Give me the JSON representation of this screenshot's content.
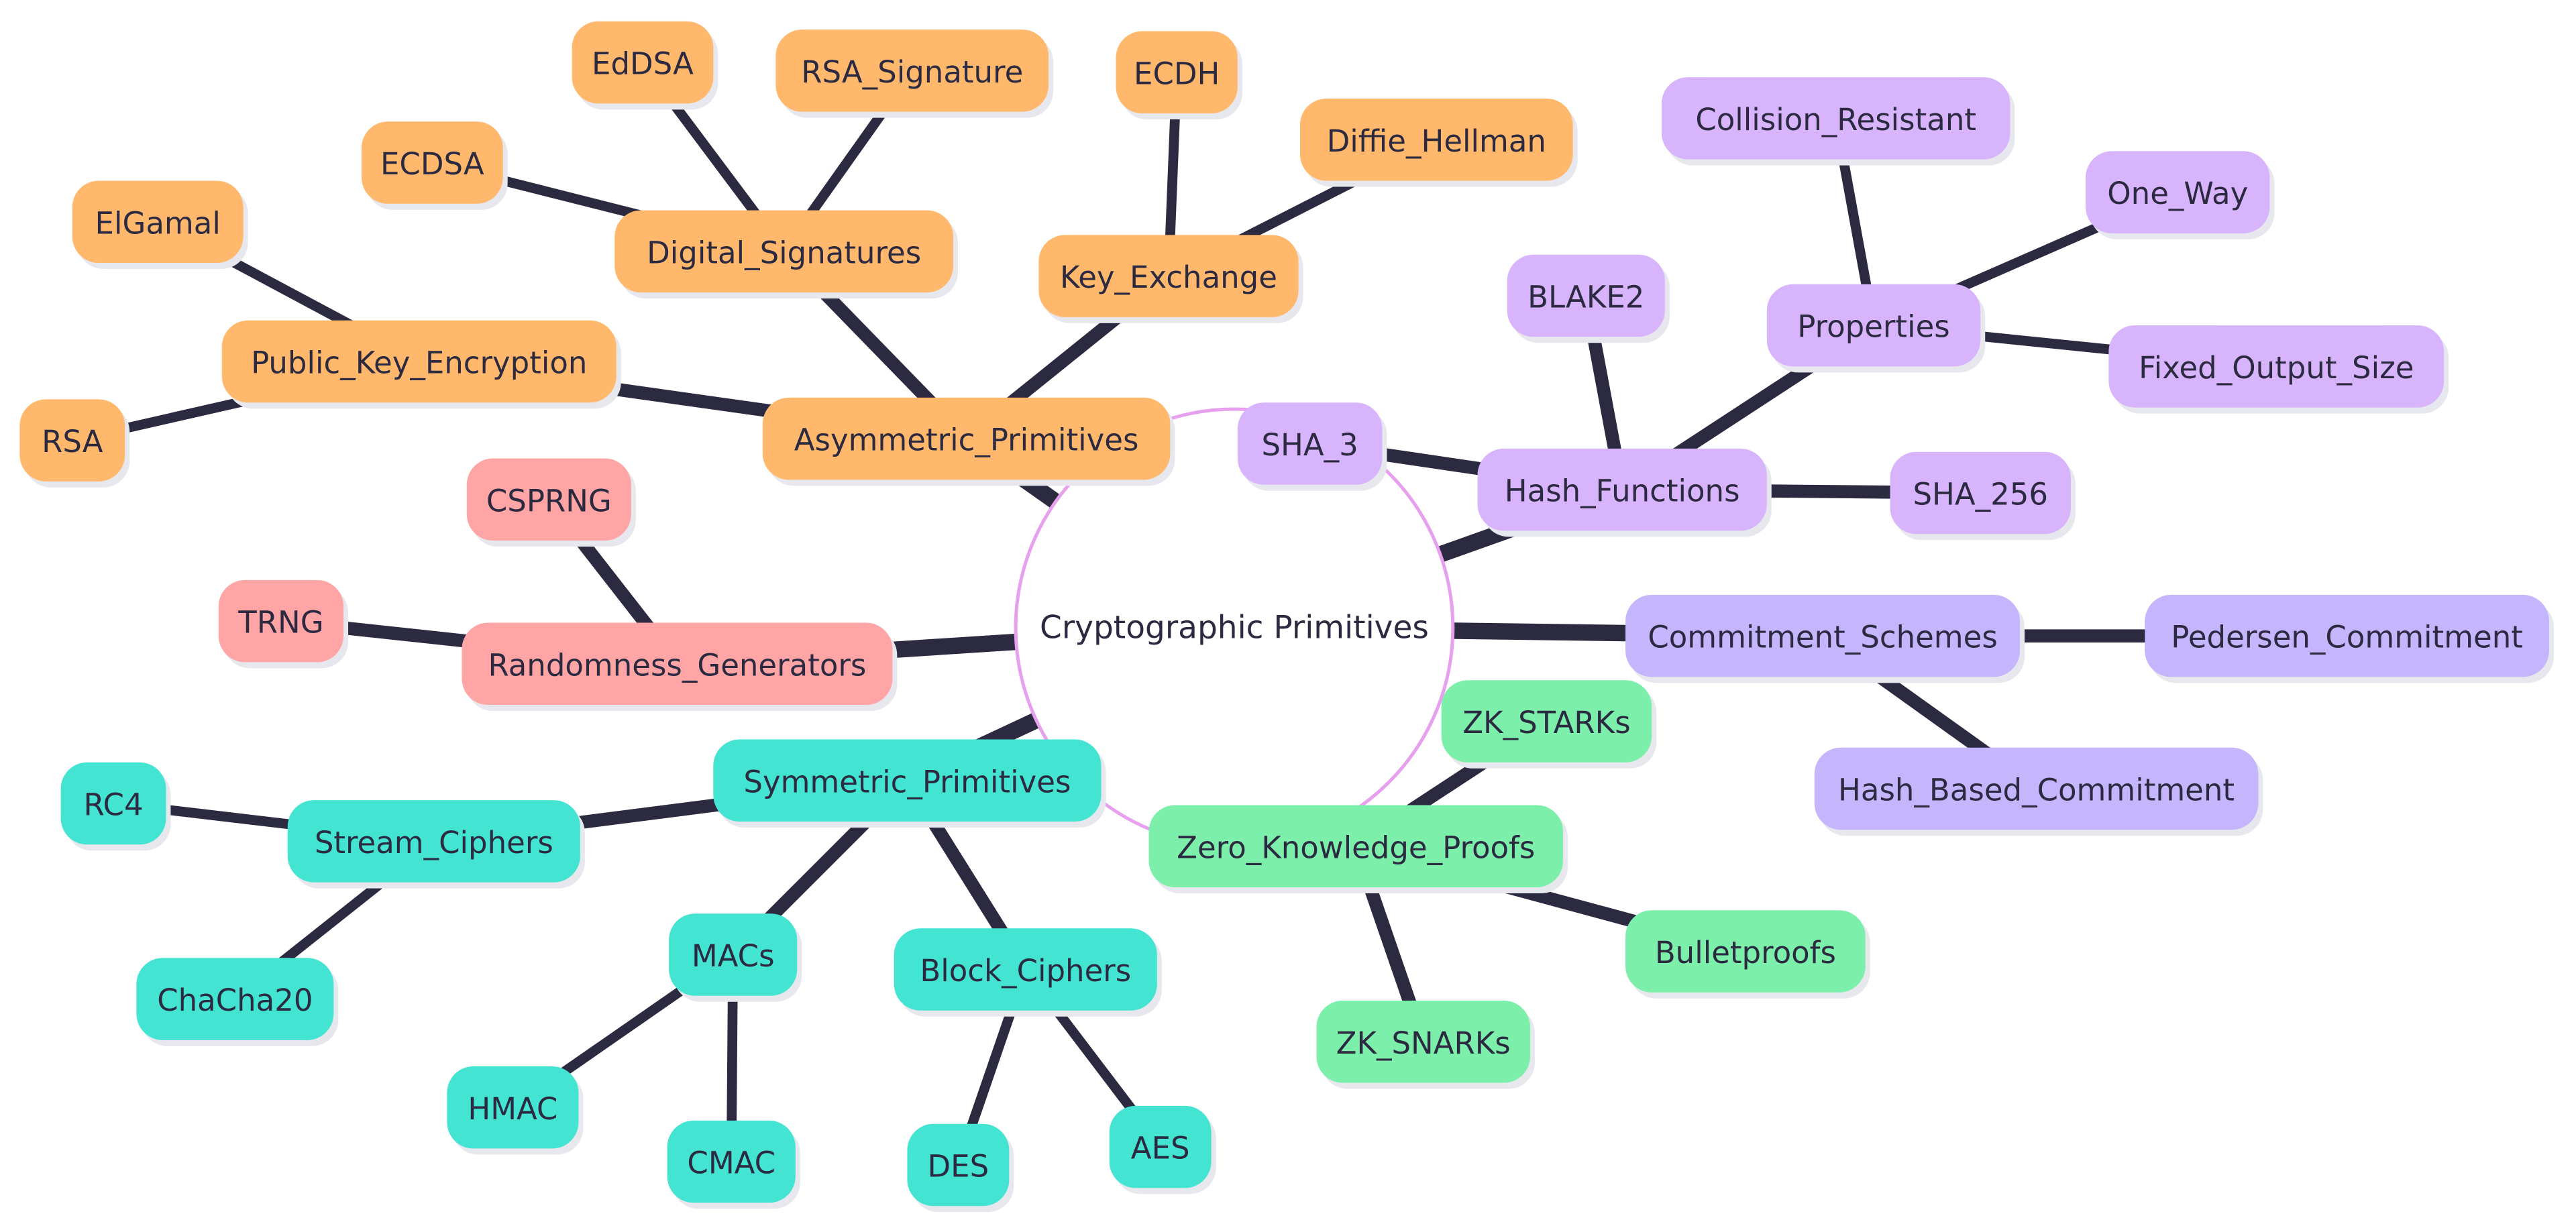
{
  "colors": {
    "orange": "#ffb86c",
    "red": "#ffa5a5",
    "teal": "#44e4d2",
    "green": "#7cf0aa",
    "purple": "#d8b4fc",
    "indigo": "#c4b5fd",
    "edge": "#2b2a40",
    "root_border": "#e7a0ee",
    "text": "#2b2a40"
  },
  "root": {
    "id": "root",
    "label": "Cryptographic Primitives"
  },
  "nodes": [
    {
      "id": "asym",
      "label": "Asymmetric_Primitives",
      "color": "orange"
    },
    {
      "id": "pke",
      "label": "Public_Key_Encryption",
      "color": "orange"
    },
    {
      "id": "elgamal",
      "label": "ElGamal",
      "color": "orange"
    },
    {
      "id": "rsa",
      "label": "RSA",
      "color": "orange"
    },
    {
      "id": "digsig",
      "label": "Digital_Signatures",
      "color": "orange"
    },
    {
      "id": "ecdsa",
      "label": "ECDSA",
      "color": "orange"
    },
    {
      "id": "eddsa",
      "label": "EdDSA",
      "color": "orange"
    },
    {
      "id": "rsasig",
      "label": "RSA_Signature",
      "color": "orange"
    },
    {
      "id": "keyex",
      "label": "Key_Exchange",
      "color": "orange"
    },
    {
      "id": "ecdh",
      "label": "ECDH",
      "color": "orange"
    },
    {
      "id": "dh",
      "label": "Diffie_Hellman",
      "color": "orange"
    },
    {
      "id": "rand",
      "label": "Randomness_Generators",
      "color": "red"
    },
    {
      "id": "csprng",
      "label": "CSPRNG",
      "color": "red"
    },
    {
      "id": "trng",
      "label": "TRNG",
      "color": "red"
    },
    {
      "id": "sym",
      "label": "Symmetric_Primitives",
      "color": "teal"
    },
    {
      "id": "stream",
      "label": "Stream_Ciphers",
      "color": "teal"
    },
    {
      "id": "rc4",
      "label": "RC4",
      "color": "teal"
    },
    {
      "id": "chacha",
      "label": "ChaCha20",
      "color": "teal"
    },
    {
      "id": "macs",
      "label": "MACs",
      "color": "teal"
    },
    {
      "id": "hmac",
      "label": "HMAC",
      "color": "teal"
    },
    {
      "id": "cmac",
      "label": "CMAC",
      "color": "teal"
    },
    {
      "id": "block",
      "label": "Block_Ciphers",
      "color": "teal"
    },
    {
      "id": "des",
      "label": "DES",
      "color": "teal"
    },
    {
      "id": "aes",
      "label": "AES",
      "color": "teal"
    },
    {
      "id": "zkp",
      "label": "Zero_Knowledge_Proofs",
      "color": "green"
    },
    {
      "id": "zkstarks",
      "label": "ZK_STARKs",
      "color": "green"
    },
    {
      "id": "bullet",
      "label": "Bulletproofs",
      "color": "green"
    },
    {
      "id": "zksnarks",
      "label": "ZK_SNARKs",
      "color": "green"
    },
    {
      "id": "hash",
      "label": "Hash_Functions",
      "color": "purple"
    },
    {
      "id": "sha3",
      "label": "SHA_3",
      "color": "purple"
    },
    {
      "id": "blake2",
      "label": "BLAKE2",
      "color": "purple"
    },
    {
      "id": "sha256",
      "label": "SHA_256",
      "color": "purple"
    },
    {
      "id": "props",
      "label": "Properties",
      "color": "purple"
    },
    {
      "id": "collision",
      "label": "Collision_Resistant",
      "color": "purple"
    },
    {
      "id": "oneway",
      "label": "One_Way",
      "color": "purple"
    },
    {
      "id": "fixed",
      "label": "Fixed_Output_Size",
      "color": "purple"
    },
    {
      "id": "commit",
      "label": "Commitment_Schemes",
      "color": "indigo"
    },
    {
      "id": "pedersen",
      "label": "Pedersen_Commitment",
      "color": "indigo"
    },
    {
      "id": "hashcommit",
      "label": "Hash_Based_Commitment",
      "color": "indigo"
    }
  ],
  "edges": [
    [
      "root",
      "asym"
    ],
    [
      "root",
      "rand"
    ],
    [
      "root",
      "sym"
    ],
    [
      "root",
      "zkp"
    ],
    [
      "root",
      "hash"
    ],
    [
      "root",
      "commit"
    ],
    [
      "asym",
      "pke"
    ],
    [
      "asym",
      "digsig"
    ],
    [
      "asym",
      "keyex"
    ],
    [
      "pke",
      "elgamal"
    ],
    [
      "pke",
      "rsa"
    ],
    [
      "digsig",
      "ecdsa"
    ],
    [
      "digsig",
      "eddsa"
    ],
    [
      "digsig",
      "rsasig"
    ],
    [
      "keyex",
      "ecdh"
    ],
    [
      "keyex",
      "dh"
    ],
    [
      "rand",
      "csprng"
    ],
    [
      "rand",
      "trng"
    ],
    [
      "sym",
      "stream"
    ],
    [
      "sym",
      "macs"
    ],
    [
      "sym",
      "block"
    ],
    [
      "stream",
      "rc4"
    ],
    [
      "stream",
      "chacha"
    ],
    [
      "macs",
      "hmac"
    ],
    [
      "macs",
      "cmac"
    ],
    [
      "block",
      "des"
    ],
    [
      "block",
      "aes"
    ],
    [
      "zkp",
      "zkstarks"
    ],
    [
      "zkp",
      "bullet"
    ],
    [
      "zkp",
      "zksnarks"
    ],
    [
      "hash",
      "sha3"
    ],
    [
      "hash",
      "blake2"
    ],
    [
      "hash",
      "sha256"
    ],
    [
      "hash",
      "props"
    ],
    [
      "props",
      "collision"
    ],
    [
      "props",
      "oneway"
    ],
    [
      "props",
      "fixed"
    ],
    [
      "commit",
      "pedersen"
    ],
    [
      "commit",
      "hashcommit"
    ]
  ]
}
